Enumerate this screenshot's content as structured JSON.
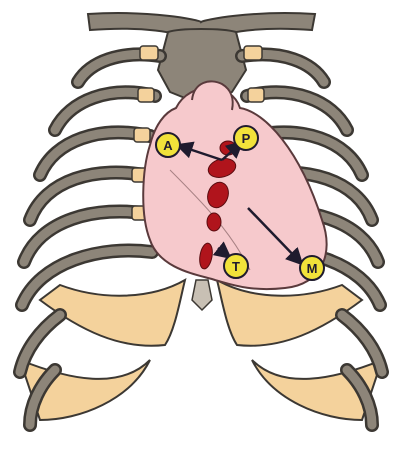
{
  "markers": [
    {
      "id": "aortic",
      "label": "A"
    },
    {
      "id": "pulmonic",
      "label": "P"
    },
    {
      "id": "tricuspid",
      "label": "T"
    },
    {
      "id": "mitral",
      "label": "M"
    }
  ],
  "colors": {
    "bone": "#8d8579",
    "bone_outline": "#3c3833",
    "cartilage": "#f4d29c",
    "heart": "#f6c9cc",
    "heart_outline": "#5a3a3c",
    "valve": "#b0141c",
    "marker_fill": "#f1e23a",
    "arrow": "#1f1b2e"
  }
}
